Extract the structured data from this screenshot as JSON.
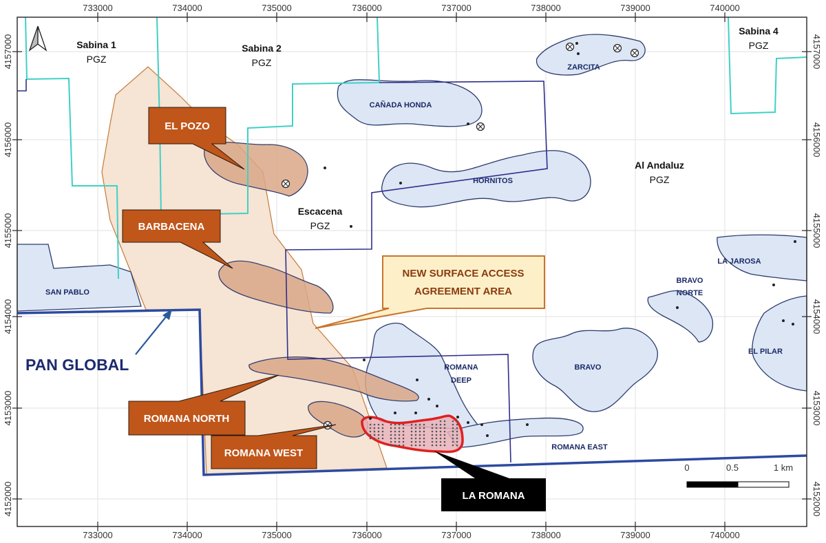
{
  "axes": {
    "x_ticks": [
      "733000",
      "734000",
      "735000",
      "736000",
      "737000",
      "738000",
      "739000",
      "740000"
    ],
    "y_ticks": [
      "4157000",
      "4156000",
      "4155000",
      "4154000",
      "4153000",
      "4152000"
    ]
  },
  "licences": {
    "sabina1": {
      "name": "Sabina 1",
      "owner": "PGZ"
    },
    "sabina2": {
      "name": "Sabina 2",
      "owner": "PGZ"
    },
    "sabina4": {
      "name": "Sabina 4",
      "owner": "PGZ"
    },
    "al_andaluz": {
      "name": "Al Andaluz",
      "owner": "PGZ"
    },
    "escacena": {
      "name": "Escacena",
      "owner": "PGZ"
    }
  },
  "zones": {
    "canada_honda": "CAÑADA HONDA",
    "hornitos": "HORNITOS",
    "zarcita": "ZARCITA",
    "san_pablo": "SAN PABLO",
    "romana_deep_1": "ROMANA",
    "romana_deep_2": "DEEP",
    "bravo": "BRAVO",
    "bravo_norte_1": "BRAVO",
    "bravo_norte_2": "NORTE",
    "la_jarosa": "LA JAROSA",
    "el_pilar": "EL PILAR",
    "romana_east": "ROMANA EAST"
  },
  "callouts": {
    "el_pozo": "EL POZO",
    "barbacena": "BARBACENA",
    "romana_north": "ROMANA NORTH",
    "romana_west": "ROMANA WEST",
    "la_romana": "LA ROMANA",
    "surface_line1": "NEW SURFACE ACCESS",
    "surface_line2": "AGREEMENT AREA"
  },
  "pan_global": "PAN GLOBAL",
  "scale": {
    "l0": "0",
    "l1": "0.5",
    "l2": "1 km"
  },
  "colors": {
    "callout_orange": "#c0561a",
    "surface_box": "#fdf0c8",
    "zone_blue": "#dce6f5",
    "boundary_cyan": "#3fd0c6",
    "pan_global_blue": "#2c4aa0",
    "la_romana_red": "#e02020"
  }
}
